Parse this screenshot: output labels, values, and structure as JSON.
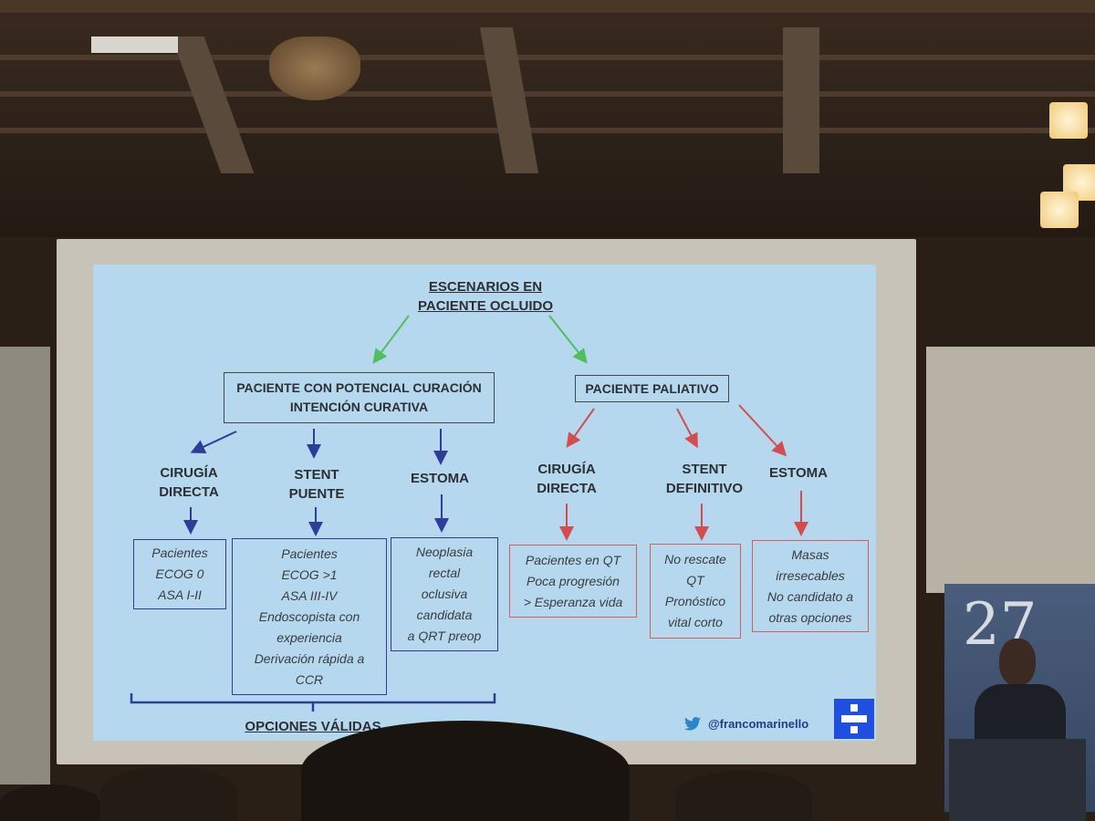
{
  "diagram": {
    "title_line1": "ESCENARIOS EN",
    "title_line2": "PACIENTE OCLUIDO",
    "curative": {
      "line1": "PACIENTE CON POTENCIAL CURACIÓN",
      "line2": "INTENCIÓN CURATIVA",
      "options": [
        {
          "line1": "CIRUGÍA",
          "line2": "DIRECTA",
          "criteria": [
            "Pacientes",
            "ECOG 0",
            "ASA I-II"
          ]
        },
        {
          "line1": "STENT",
          "line2": "PUENTE",
          "criteria": [
            "Pacientes",
            "ECOG >1",
            "ASA III-IV",
            "Endoscopista con",
            "experiencia",
            "Derivación rápida a",
            "CCR"
          ]
        },
        {
          "line1": "ESTOMA",
          "line2": "",
          "criteria": [
            "Neoplasia",
            "rectal",
            "oclusiva",
            "candidata",
            "a QRT preop"
          ]
        }
      ],
      "footer": "OPCIONES VÁLIDAS"
    },
    "palliative": {
      "label": "PACIENTE PALIATIVO",
      "options": [
        {
          "line1": "CIRUGÍA",
          "line2": "DIRECTA",
          "criteria": [
            "Pacientes en QT",
            "Poca progresión",
            "> Esperanza vida"
          ]
        },
        {
          "line1": "STENT",
          "line2": "DEFINITIVO",
          "criteria": [
            "No rescate",
            "QT",
            "Pronóstico",
            "vital corto"
          ]
        },
        {
          "line1": "ESTOMA",
          "line2": "",
          "criteria": [
            "Masas",
            "irresecables",
            "No candidato a",
            "otras opciones"
          ]
        }
      ]
    },
    "twitter_handle": "@francomarinello"
  },
  "banner": {
    "number": "27"
  },
  "colors": {
    "slide_bg": "#b5d8ee",
    "green_arrow": "#4fbf5a",
    "blue_arrow": "#2f3d9a",
    "red_arrow": "#d64b4b",
    "text": "#2e2f35"
  }
}
